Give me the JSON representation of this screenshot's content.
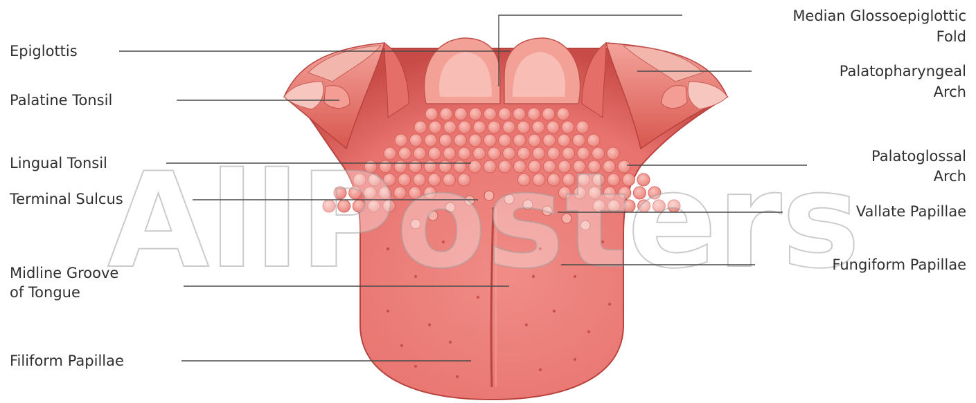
{
  "colors": {
    "tongue": "#e8736f",
    "tongue_dark": "#c94b47",
    "tongue_light": "#f6a7a1",
    "papilla": "#f4a29b",
    "papilla_ring": "#d9625c",
    "muscle": "#e88a80",
    "leader": "#4a4a4a",
    "label": "#2f2f2f"
  },
  "labels": {
    "median_glossoepiglottic_fold_1": "Median Glossoepiglottic",
    "median_glossoepiglottic_fold_2": "Fold",
    "epiglottis": "Epiglottis",
    "palatopharyngeal_arch_1": "Palatopharyngeal",
    "palatopharyngeal_arch_2": "Arch",
    "palatine_tonsil": "Palatine Tonsil",
    "lingual_tonsil": "Lingual Tonsil",
    "palatoglossal_arch_1": "Palatoglossal",
    "palatoglossal_arch_2": "Arch",
    "terminal_sulcus": "Terminal Sulcus",
    "vallate_papillae": "Vallate Papillae",
    "fungiform_papillae": "Fungiform Papillae",
    "midline_groove_1": "Midline Groove",
    "midline_groove_2": "of Tongue",
    "filiform_papillae": "Filiform Papillae"
  },
  "watermark": "AllPosters"
}
